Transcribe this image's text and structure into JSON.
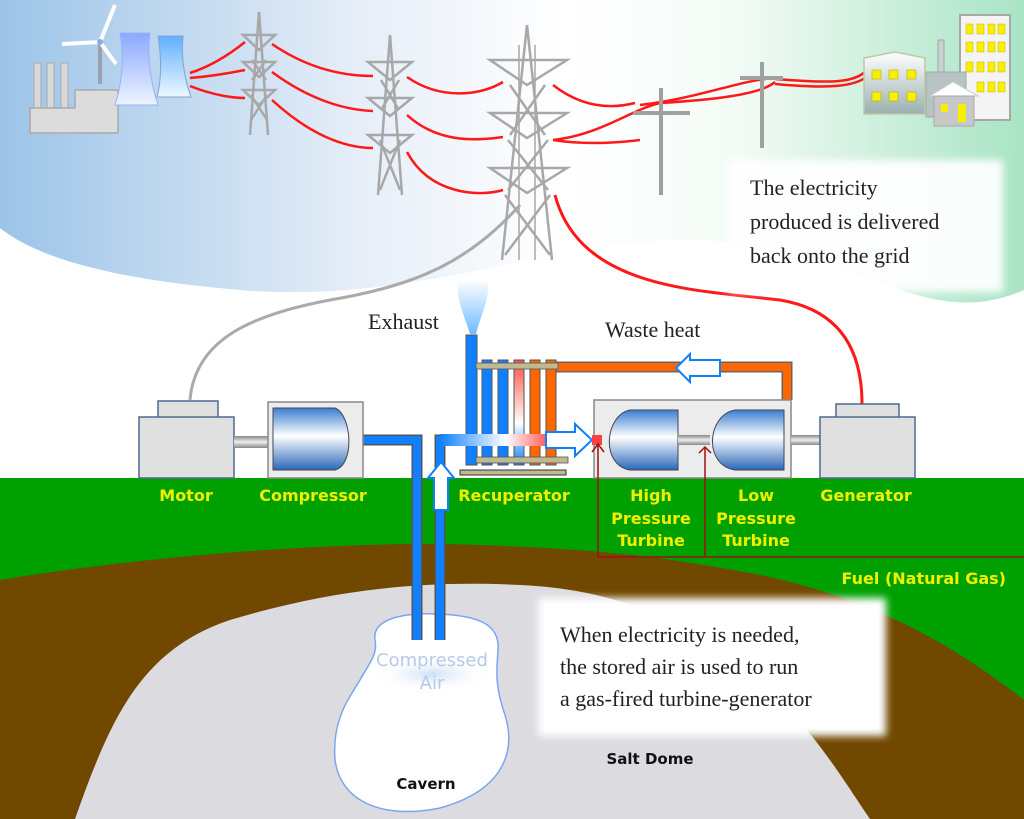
{
  "diagram": {
    "title": "Compressed Air Energy Storage (CAES) plant",
    "colors": {
      "ground_green": "#00a000",
      "soil_brown": "#704800",
      "salt_dome": "#dcdce0",
      "power_line_red": "#ff1010",
      "air_pipe_blue": "#1080ff",
      "hot_pipe_orange": "#ff6600",
      "label_yellow": "#f0f000",
      "fuel_line_darkred": "#a01010",
      "sky_left_blue": "#9cc4e8",
      "sky_right_green": "#a8e4c4"
    },
    "components": {
      "motor": "Motor",
      "compressor": "Compressor",
      "recuperator": "Recuperator",
      "hp_turbine": [
        "High",
        "Pressure",
        "Turbine"
      ],
      "lp_turbine": [
        "Low",
        "Pressure",
        "Turbine"
      ],
      "generator": "Generator"
    },
    "flow_labels": {
      "exhaust": "Exhaust",
      "waste_heat": "Waste heat",
      "fuel": "Fuel (Natural Gas)"
    },
    "underground": {
      "compressed_air": [
        "Compressed",
        "Air"
      ],
      "cavern": "Cavern",
      "salt_dome": "Salt Dome"
    },
    "callouts": {
      "grid": [
        "The electricity",
        "produced is delivered",
        "back onto the grid"
      ],
      "needed": [
        "When electricity is needed,",
        "the stored air is used to run",
        "a gas-fired turbine-generator"
      ]
    },
    "scene_icons": [
      "power-plant-icon",
      "wind-turbine-icon",
      "cooling-tower-icon",
      "transmission-tower-icon",
      "utility-pole-icon",
      "office-building-icon",
      "house-icon"
    ]
  }
}
